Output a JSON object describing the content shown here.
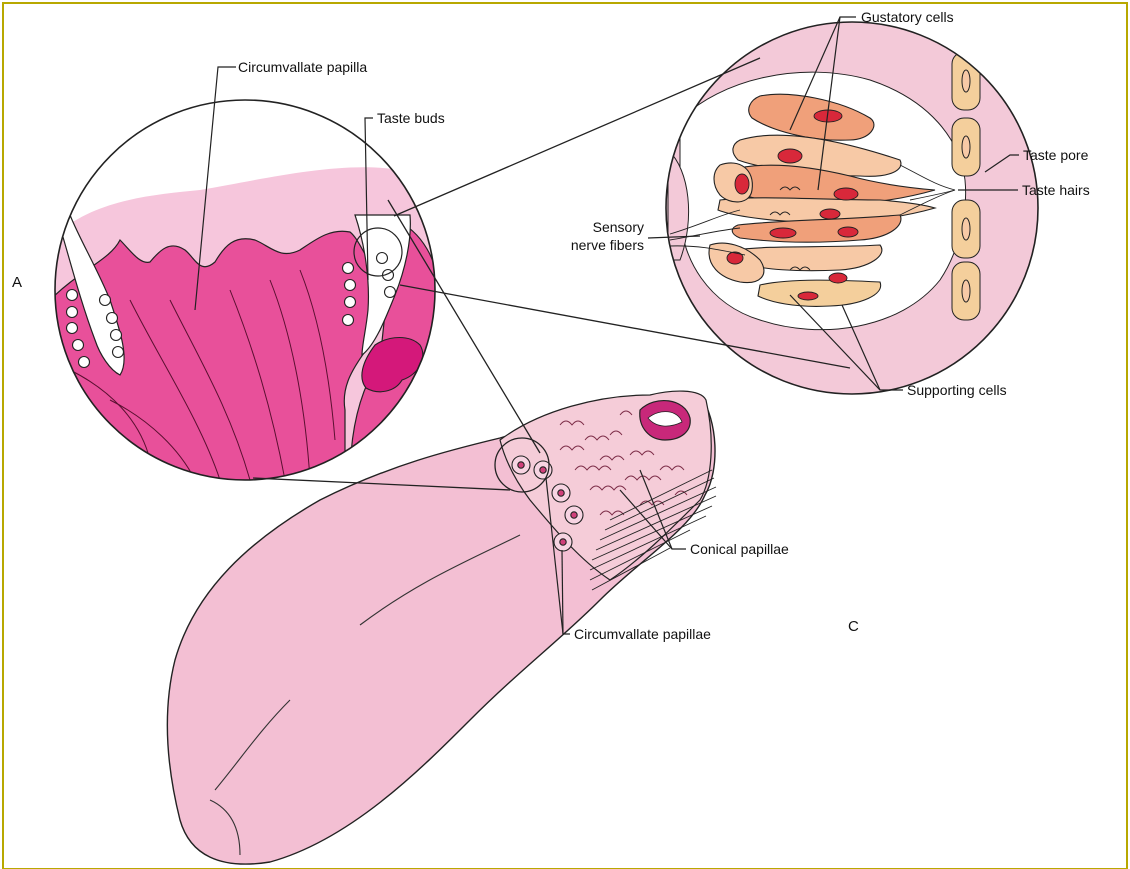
{
  "labels": {
    "circumvallate_papilla": "Circumvallate papilla",
    "taste_buds": "Taste buds",
    "gustatory_cells": "Gustatory cells",
    "taste_pore": "Taste pore",
    "taste_hairs": "Taste hairs",
    "sensory_nerve_fibers_line1": "Sensory",
    "sensory_nerve_fibers_line2": "nerve fibers",
    "supporting_cells": "Supporting cells",
    "conical_papillae": "Conical papillae",
    "circumvallate_papillae": "Circumvallate papillae",
    "panel_a": "A",
    "panel_c": "C"
  },
  "colors": {
    "frame_border": "#b8a800",
    "tongue_pink": "#f3bfd3",
    "papilla_magenta": "#e8509a",
    "papilla_light": "#f6c6dc",
    "gland_dark": "#d4187a",
    "bud_bg": "#f3c9d8",
    "cell_orange": "#f0a07a",
    "cell_light": "#f7c9a6",
    "nucleus_red": "#d8283a",
    "supporting_cell": "#f4cf9c"
  }
}
